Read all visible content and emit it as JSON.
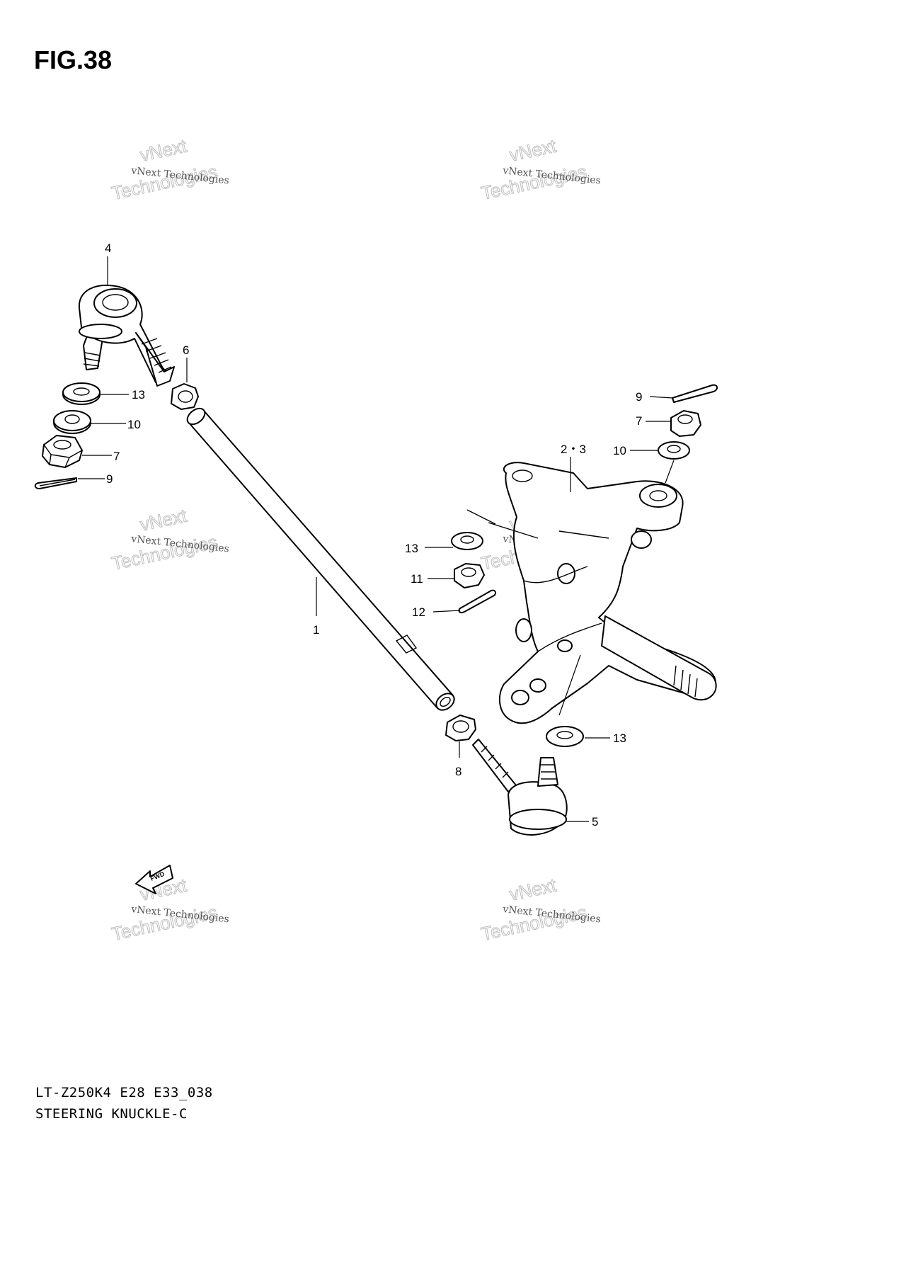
{
  "figure_title": "FIG.38",
  "footer": {
    "model_code": "LT-Z250K4 E28 E33_038",
    "section_name": "STEERING KNUCKLE-C"
  },
  "watermark": {
    "small_text": "vNext Technologies",
    "top_text": "vNext",
    "bottom_text": "Technologies"
  },
  "callouts": {
    "c1": "1",
    "c23": "2・3",
    "c4": "4",
    "c5": "5",
    "c6": "6",
    "c7_left": "7",
    "c7_right": "7",
    "c8": "8",
    "c9_left": "9",
    "c9_right": "9",
    "c10_left": "10",
    "c10_right": "10",
    "c11": "11",
    "c12": "12",
    "c13_left": "13",
    "c13_mid": "13",
    "c13_bottom": "13"
  },
  "forward_arrow_label": "FWD"
}
